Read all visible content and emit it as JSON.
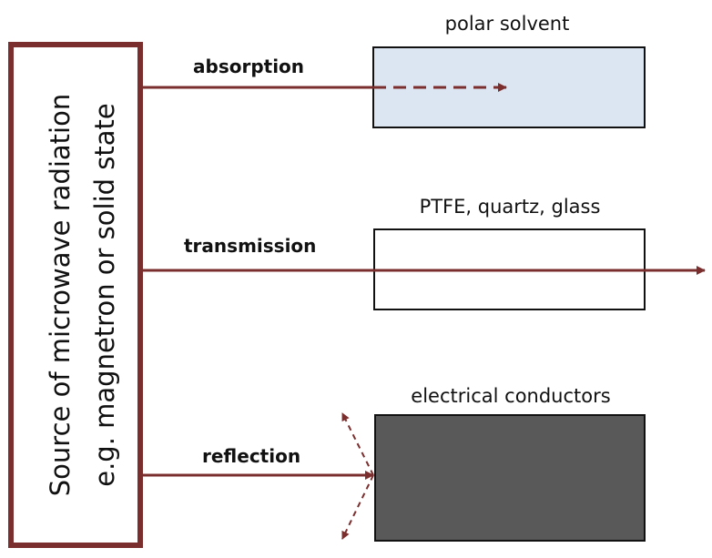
{
  "source": {
    "line1": "Source of microwave radiation",
    "line2": "e.g. magnetron or solid state"
  },
  "modes": [
    {
      "label": "absorption",
      "material": "polar solvent",
      "fill": "#dce6f2"
    },
    {
      "label": "transmission",
      "material": "PTFE, quartz, glass",
      "fill": "#ffffff"
    },
    {
      "label": "reflection",
      "material": "electrical conductors",
      "fill": "#595959"
    }
  ],
  "colors": {
    "arrow": "#7b2e2e",
    "outline": "#111111"
  }
}
